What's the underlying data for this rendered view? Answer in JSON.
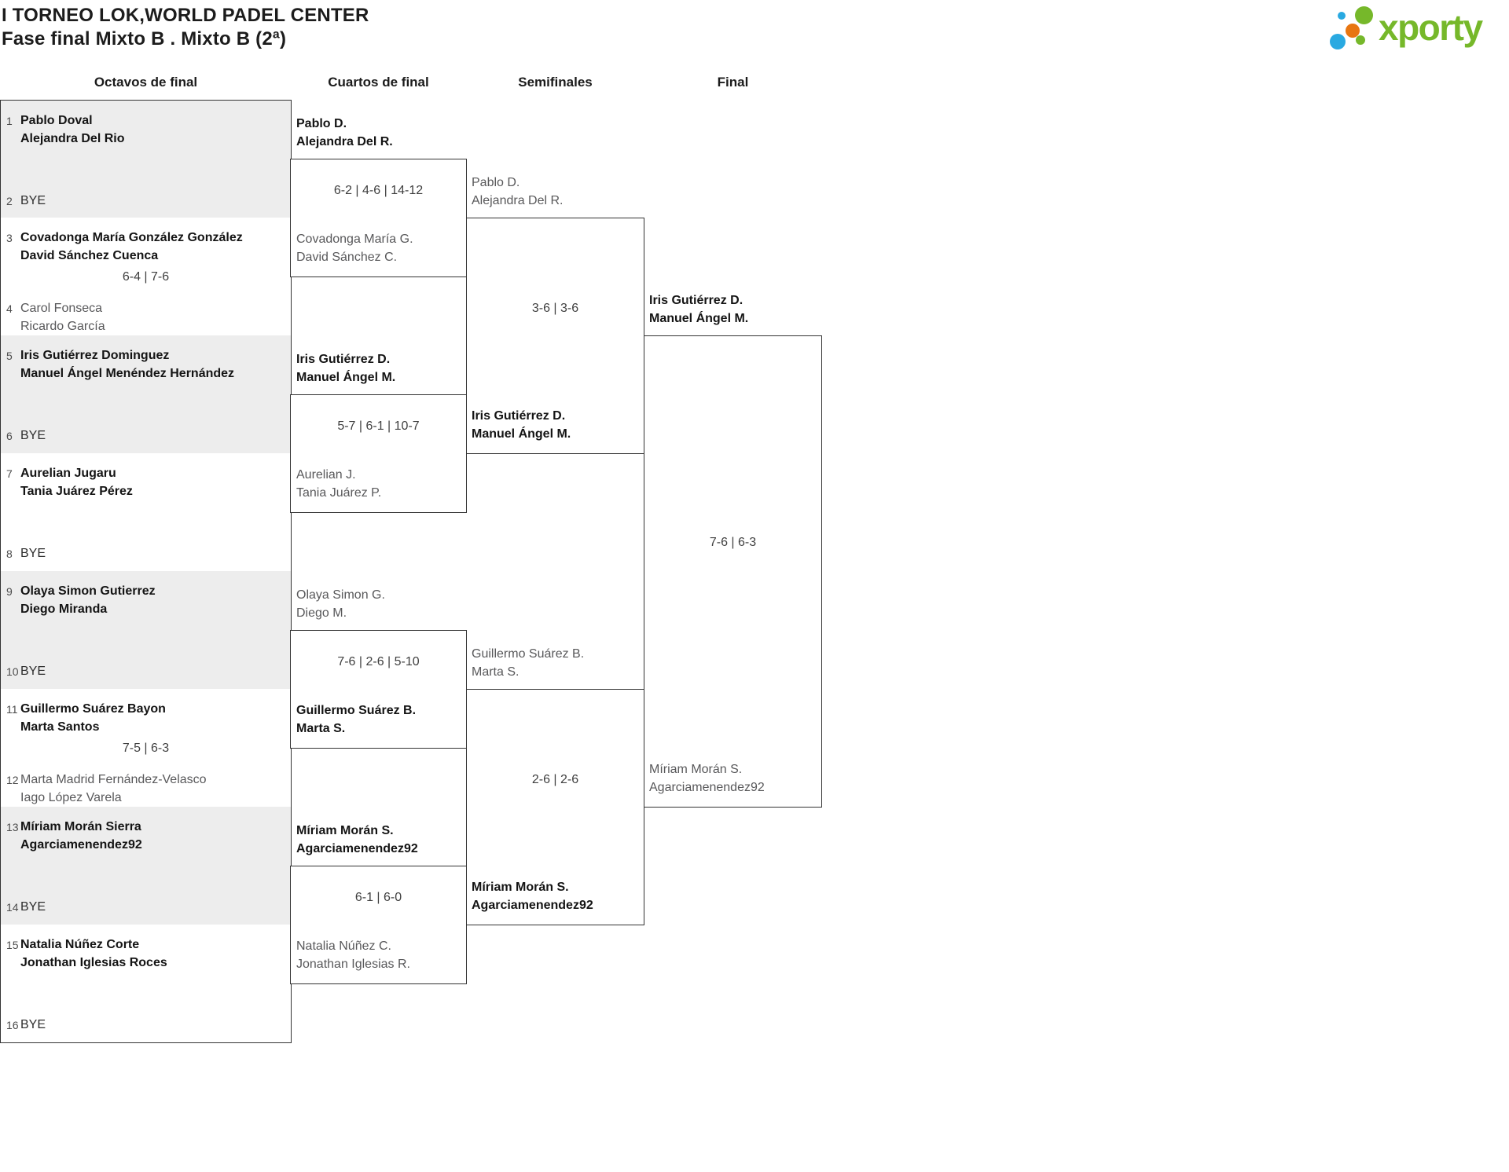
{
  "header": {
    "title": "I TORNEO LOK,WORLD PADEL CENTER",
    "subtitle": "Fase final Mixto B . Mixto B (2ª)",
    "logo_wordmark": "xporty",
    "logo_colors": {
      "green": "#76b82a",
      "blue": "#29a9e1",
      "orange": "#e87611"
    }
  },
  "columns": {
    "octavos": "Octavos de final",
    "cuartos": "Cuartos de final",
    "semifinales": "Semifinales",
    "final": "Final"
  },
  "octavos": [
    {
      "seed_top": "1",
      "team_top": "Pablo Doval\nAlejandra Del Rio",
      "score": "",
      "seed_bottom": "2",
      "team_bottom": "BYE"
    },
    {
      "seed_top": "3",
      "team_top": "Covadonga María González González\nDavid Sánchez Cuenca",
      "score": "6-4 | 7-6",
      "seed_bottom": "4",
      "team_bottom": "Carol Fonseca\nRicardo García"
    },
    {
      "seed_top": "5",
      "team_top": "Iris Gutiérrez Dominguez\nManuel Ángel Menéndez Hernández",
      "score": "",
      "seed_bottom": "6",
      "team_bottom": "BYE"
    },
    {
      "seed_top": "7",
      "team_top": "Aurelian Jugaru\nTania Juárez Pérez",
      "score": "",
      "seed_bottom": "8",
      "team_bottom": "BYE"
    },
    {
      "seed_top": "9",
      "team_top": "Olaya Simon Gutierrez\nDiego Miranda",
      "score": "",
      "seed_bottom": "10",
      "team_bottom": "BYE"
    },
    {
      "seed_top": "11",
      "team_top": "Guillermo Suárez Bayon\nMarta Santos",
      "score": "7-5 | 6-3",
      "seed_bottom": "12",
      "team_bottom": "Marta Madrid Fernández-Velasco\nIago López Varela"
    },
    {
      "seed_top": "13",
      "team_top": "Míriam Morán Sierra\nAgarciamenendez92",
      "score": "",
      "seed_bottom": "14",
      "team_bottom": "BYE"
    },
    {
      "seed_top": "15",
      "team_top": "Natalia Núñez Corte\nJonathan Iglesias Roces",
      "score": "",
      "seed_bottom": "16",
      "team_bottom": "BYE"
    }
  ],
  "cuartos": [
    {
      "team_top": "Pablo D.\nAlejandra Del R.",
      "score": "6-2 | 4-6 | 14-12",
      "team_bottom": "Covadonga María G.\nDavid Sánchez C."
    },
    {
      "team_top": "Iris Gutiérrez D.\nManuel Ángel M.",
      "score": "5-7 | 6-1 | 10-7",
      "team_bottom": "Aurelian J.\nTania Juárez P."
    },
    {
      "team_top": "Olaya Simon G.\nDiego M.",
      "score": "7-6 | 2-6 | 5-10",
      "team_bottom": "Guillermo Suárez B.\nMarta S."
    },
    {
      "team_top": "Míriam Morán S.\nAgarciamenendez92",
      "score": "6-1 | 6-0",
      "team_bottom": "Natalia Núñez C.\nJonathan Iglesias R."
    }
  ],
  "semifinales": [
    {
      "team_top": "Pablo D.\nAlejandra Del R.",
      "score": "3-6 | 3-6",
      "team_bottom": "Iris Gutiérrez D.\nManuel Ángel M."
    },
    {
      "team_top": "Guillermo Suárez B.\nMarta S.",
      "score": "2-6 | 2-6",
      "team_bottom": "Míriam Morán S.\nAgarciamenendez92"
    }
  ],
  "final": {
    "team_top": "Iris Gutiérrez D.\nManuel Ángel M.",
    "score": "7-6 | 6-3",
    "team_bottom": "Míriam Morán S.\nAgarciamenendez92"
  }
}
